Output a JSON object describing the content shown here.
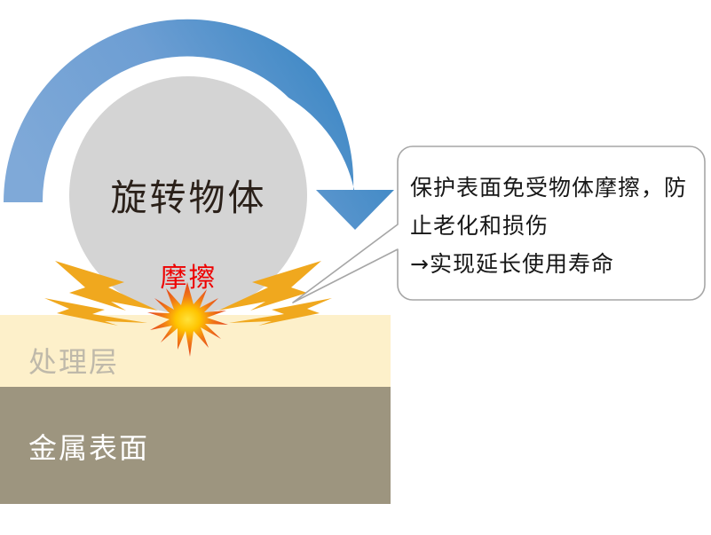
{
  "diagram": {
    "title_hidden": "",
    "rotating_object": {
      "label": "旋转物体",
      "text_color": "#2A2019",
      "fill_color": "#D4D4D4"
    },
    "friction": {
      "label": "摩擦",
      "text_color": "#EE0000",
      "spark_colors": [
        "#FFD200",
        "#F5A623",
        "#E8491E"
      ],
      "bolt_color": "#F0A81E"
    },
    "rotation_arrow": {
      "name": "clockwise-rotation-arrow",
      "color_start": "#7FA9D8",
      "color_end": "#2E81C0",
      "direction": "clockwise"
    },
    "layers": [
      {
        "name": "treatment-layer",
        "label": "处理层",
        "fill": "#FDF0CA",
        "text_color": "#BFB9AA"
      },
      {
        "name": "metal-layer",
        "label": "金属表面",
        "fill": "#9D957F",
        "text_color": "#FFFFFF"
      }
    ],
    "callout": {
      "name": "benefit-callout",
      "border_color": "#A6A6A6",
      "fill": "#FFFFFF",
      "lines": [
        "保护表面免受物体摩擦，防",
        "止老化和损伤",
        "→实现延长使用寿命"
      ]
    }
  }
}
